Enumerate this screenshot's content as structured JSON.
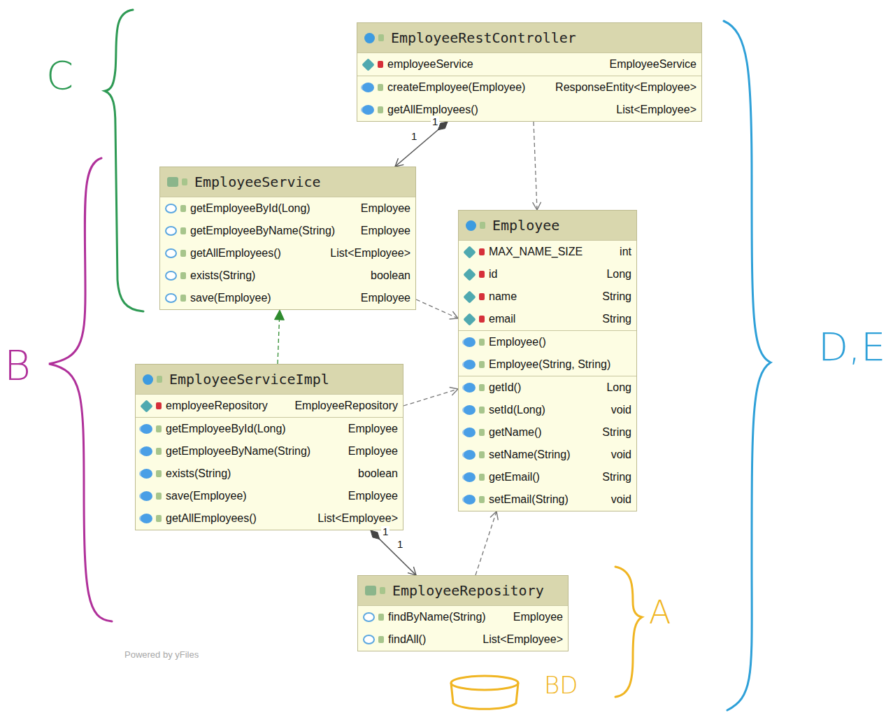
{
  "diagram": {
    "nodes": [
      {
        "text": [
          "EmployeeRestController",
          "employeeService",
          "EmployeeService",
          "createEmployee(Employee)",
          "ResponseEntity<Employee>",
          "getAllEmployees()",
          "List<Employee>"
        ]
      },
      {
        "text": [
          "EmployeeService",
          "getEmployeeById(Long)",
          "Employee",
          "getEmployeeByName(String)",
          "Employee",
          "getAllEmployees()",
          "List<Employee>",
          "exists(String)",
          "boolean",
          "save(Employee)",
          "Employee"
        ]
      },
      {
        "text": [
          "Employee",
          "MAX_NAME_SIZE",
          "int",
          "id",
          "Long",
          "name",
          "String",
          "email",
          "String",
          "Employee()",
          "Employee(String, String)",
          "getId()",
          "Long",
          "setId(Long)",
          "void",
          "getName()",
          "String",
          "setName(String)",
          "void",
          "getEmail()",
          "String",
          "setEmail(String)",
          "void"
        ]
      },
      {
        "text": [
          "EmployeeServiceImpl",
          "employeeRepository",
          "EmployeeRepository",
          "getEmployeeById(Long)",
          "Employee",
          "getEmployeeByName(String)",
          "Employee",
          "exists(String)",
          "boolean",
          "save(Employee)",
          "Employee",
          "getAllEmployees()",
          "List<Employee>"
        ]
      },
      {
        "text": [
          "EmployeeRepository",
          "findByName(String)",
          "Employee",
          "findAll()",
          "List<Employee>"
        ]
      }
    ],
    "edges": [
      {
        "from": 0,
        "to": 1,
        "arrow": "to"
      },
      {
        "from": 0,
        "to": 2,
        "arrow": "to"
      },
      {
        "from": 1,
        "to": 2,
        "arrow": "to"
      },
      {
        "from": 3,
        "to": 1,
        "arrow": "to"
      },
      {
        "from": 3,
        "to": 2,
        "arrow": "to"
      },
      {
        "from": 3,
        "to": 4,
        "arrow": "to"
      },
      {
        "from": 4,
        "to": 2,
        "arrow": "to"
      }
    ],
    "labels": [
      "1",
      "1",
      "1",
      "1",
      "C",
      "B",
      "D,E",
      "A",
      "BD",
      "Powered by yFiles"
    ]
  }
}
